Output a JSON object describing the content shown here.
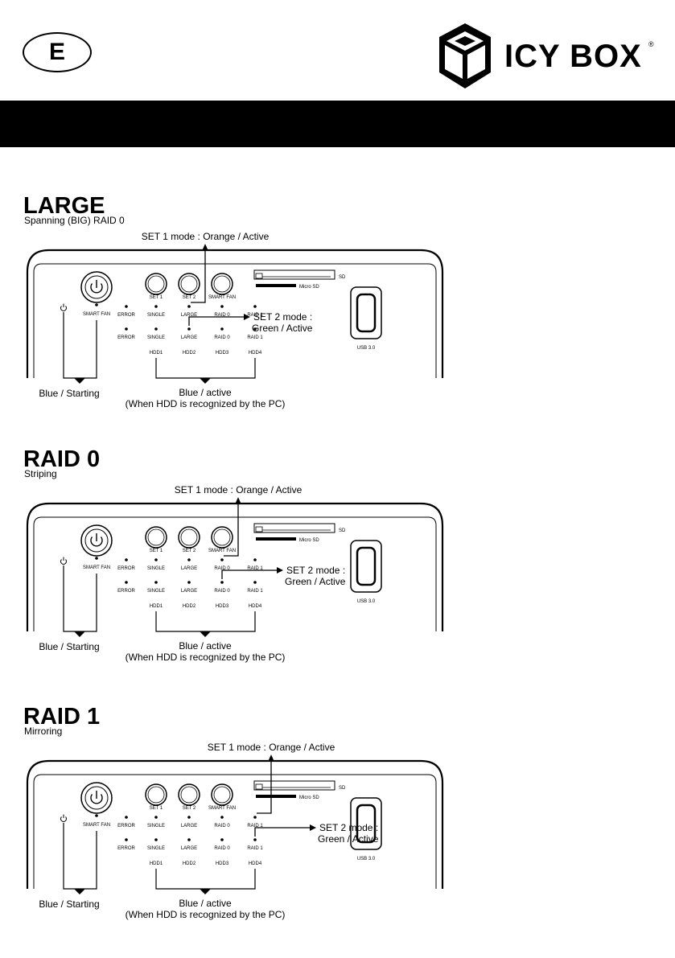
{
  "header": {
    "language_badge": "E",
    "brand_name": "ICY BOX",
    "brand_mark": "®",
    "logo_icon": "cube-logo-icon"
  },
  "panel_labels": {
    "set1": "SET 1",
    "set2": "SET 2",
    "smart_fan": "SMART FAN",
    "error": "ERROR",
    "single": "SINGLE",
    "large": "LARGE",
    "raid0": "RAID 0",
    "raid1": "RAID 1",
    "hdd1": "HDD1",
    "hdd2": "HDD2",
    "hdd3": "HDD3",
    "hdd4": "HDD4",
    "sd": "SD",
    "micro_sd": "Micro SD",
    "usb": "USB 3.0"
  },
  "callouts": {
    "set1_mode": "SET 1 mode : Orange / Active",
    "set2_mode_line1": "SET 2 mode :",
    "set2_mode_line2": "Green / Active",
    "blue_starting": "Blue / Starting",
    "blue_active": "Blue / active",
    "hdd_recognized": "(When HDD is recognized by the PC)"
  },
  "sections": [
    {
      "title": "LARGE",
      "subtitle": "Spanning (BIG) RAID 0",
      "set1_col": 2,
      "set2_col": 2
    },
    {
      "title": "RAID 0",
      "subtitle": "Striping",
      "set1_col": 3,
      "set2_col": 3
    },
    {
      "title": "RAID 1",
      "subtitle": "Mirroring",
      "set1_col": 4,
      "set2_col": 4
    }
  ]
}
